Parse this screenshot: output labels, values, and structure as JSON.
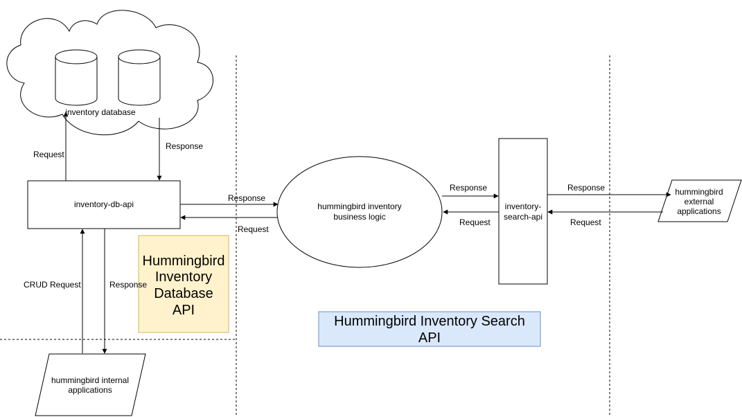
{
  "colors": {
    "line": "#000000",
    "db_api_fill": "#fff2cc",
    "db_api_stroke": "#d6b656",
    "search_api_fill": "#dae8fc",
    "search_api_stroke": "#6c8ebf",
    "node_fill": "#ffffff"
  },
  "nodes": {
    "database": {
      "label": "inventory database",
      "shape": "cloud",
      "icon": "database-icon"
    },
    "db_api": {
      "label": "inventory-db-api",
      "shape": "rectangle"
    },
    "business_logic": {
      "line1": "hummingbird inventory",
      "line2": "business logic",
      "shape": "ellipse"
    },
    "search_api": {
      "line1": "inventory-",
      "line2": "search-api",
      "shape": "rectangle"
    },
    "external_apps": {
      "line1": "hummingbird",
      "line2": "external",
      "line3": "applications",
      "shape": "parallelogram"
    },
    "internal_apps": {
      "line1": "hummingbird internal",
      "line2": "applications",
      "shape": "parallelogram"
    }
  },
  "edges": {
    "dbapi_to_db": "Request",
    "db_to_dbapi": "Response",
    "dbapi_to_logic": "Response",
    "logic_to_dbapi": "Request",
    "logic_to_searchapi": "Response",
    "searchapi_to_logic": "Request",
    "searchapi_to_external": "Response",
    "external_to_searchapi": "Request",
    "internal_to_dbapi": "CRUD Request",
    "dbapi_to_internal": "Response"
  },
  "zones": {
    "database_api": {
      "line1": "Hummingbird",
      "line2": "Inventory",
      "line3": "Database",
      "line4": "API"
    },
    "search_api": {
      "line1": "Hummingbird Inventory Search",
      "line2": "API"
    }
  }
}
